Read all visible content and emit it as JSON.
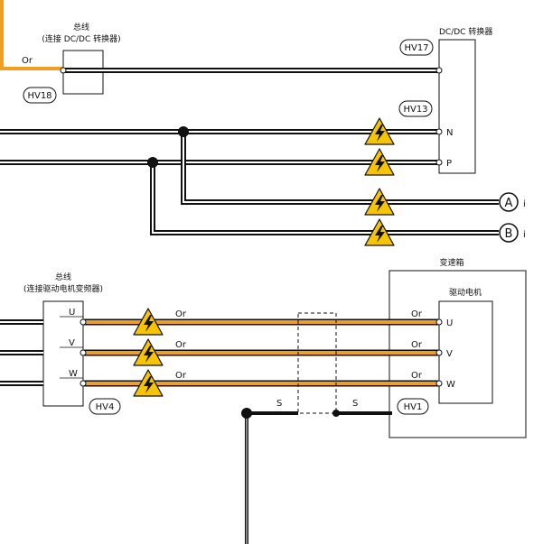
{
  "colors": {
    "wire_black": "#111111",
    "wire_orange": "#f0a020",
    "warning_yellow": "#f6c400",
    "outline": "#111111"
  },
  "top": {
    "busbar_title": "总线",
    "busbar_subtitle": "(连接 DC/DC 转换器)",
    "or_label": "Or",
    "dcdc_title": "DC/DC 转换器",
    "terminal_n": "N",
    "terminal_p": "P",
    "hv17": "HV17",
    "hv18": "HV18",
    "hv13": "HV13",
    "connector_a": "A",
    "connector_b": "B",
    "trail_a": "i",
    "trail_b": "i"
  },
  "bottom": {
    "busbar_title": "总线",
    "busbar_subtitle": "(连接驱动电机变频器)",
    "gearbox_title": "变速箱",
    "motor_title": "驱动电机",
    "hv4": "HV4",
    "hv1": "HV1",
    "shield_left": "S",
    "shield_right": "S",
    "phases": [
      {
        "name": "U",
        "left_or": "Or",
        "right_or": "Or"
      },
      {
        "name": "V",
        "left_or": "Or",
        "right_or": "Or"
      },
      {
        "name": "W",
        "left_or": "Or",
        "right_or": "Or"
      }
    ]
  }
}
